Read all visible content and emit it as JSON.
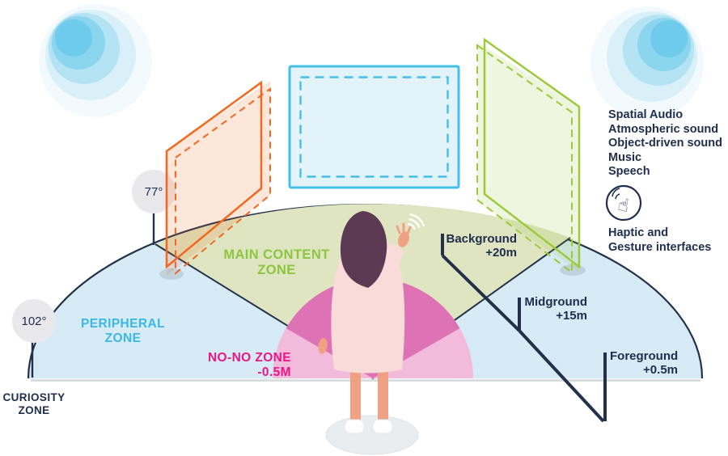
{
  "colors": {
    "navy": "#1F2D4E",
    "line": "#22304A",
    "dome_fill": "#D6EBF6",
    "wedge_fill": "#DFE5C1",
    "pink_light": "#F3BBDB",
    "pink_dark": "#DD73B5",
    "orange": "#F3681F",
    "cyan": "#45BEE8",
    "green": "#9DC93C",
    "ripple": "#56C2E8",
    "label_green": "#8CC63F",
    "label_cyan": "#3BB8E6",
    "label_magenta": "#EC1587"
  },
  "zones": {
    "main_content": {
      "line1": "MAIN CONTENT",
      "line2": "ZONE"
    },
    "peripheral": {
      "line1": "PERIPHERAL",
      "line2": "ZONE"
    },
    "no_no": {
      "line1": "NO-NO ZONE",
      "line2": "-0.5M"
    },
    "curiosity": {
      "line1": "CURIOSITY",
      "line2": "ZONE"
    }
  },
  "angles": {
    "vertical_fov": "77°",
    "horizontal_fov": "102°"
  },
  "distances": {
    "background": {
      "label": "Background",
      "value": "+20m"
    },
    "midground": {
      "label": "Midground",
      "value": "+15m"
    },
    "foreground": {
      "label": "Foreground",
      "value": "+0.5m"
    }
  },
  "audio": {
    "items": [
      "Spatial Audio",
      "Atmospheric sound",
      "Object-driven sound",
      "Music",
      "Speech"
    ]
  },
  "haptic": {
    "line1": "Haptic and",
    "line2": "Gesture interfaces"
  },
  "icons": {
    "haptic_glyph": "☝"
  }
}
